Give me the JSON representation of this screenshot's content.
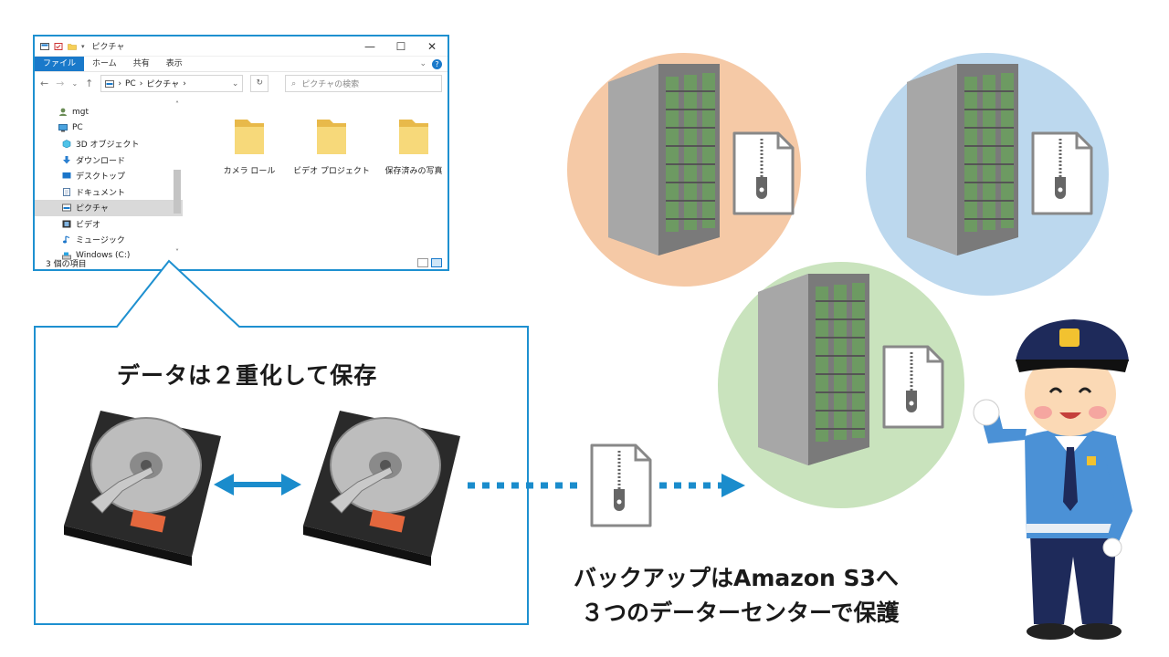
{
  "explorer": {
    "title": "ピクチャ",
    "ribbon_tabs": [
      "ファイル",
      "ホーム",
      "共有",
      "表示"
    ],
    "address": {
      "root": "PC",
      "folder": "ピクチャ"
    },
    "search_placeholder": "ピクチャの検索",
    "nav_items": [
      {
        "label": "mgt",
        "icon": "user-icon"
      },
      {
        "label": "PC",
        "icon": "pc-icon"
      },
      {
        "label": "3D オブジェクト",
        "icon": "cube-icon"
      },
      {
        "label": "ダウンロード",
        "icon": "download-icon"
      },
      {
        "label": "デスクトップ",
        "icon": "desktop-icon"
      },
      {
        "label": "ドキュメント",
        "icon": "document-icon"
      },
      {
        "label": "ピクチャ",
        "icon": "pictures-icon"
      },
      {
        "label": "ビデオ",
        "icon": "video-icon"
      },
      {
        "label": "ミュージック",
        "icon": "music-icon"
      },
      {
        "label": "Windows (C:)",
        "icon": "drive-icon"
      }
    ],
    "files": [
      "カメラ ロール",
      "ビデオ プロジェクト",
      "保存済みの写真"
    ],
    "status": "3 個の項目"
  },
  "callout": {
    "title": "データは２重化して保存"
  },
  "caption": {
    "line1": "バックアップはAmazon S3へ",
    "line2": "３つのデーターセンターで保護"
  },
  "colors": {
    "accent": "#1e90d0",
    "arrow": "#1a8ccc",
    "circle_orange": "#f5c9a6",
    "circle_blue": "#bcd8ee",
    "circle_green": "#c9e3bd"
  }
}
